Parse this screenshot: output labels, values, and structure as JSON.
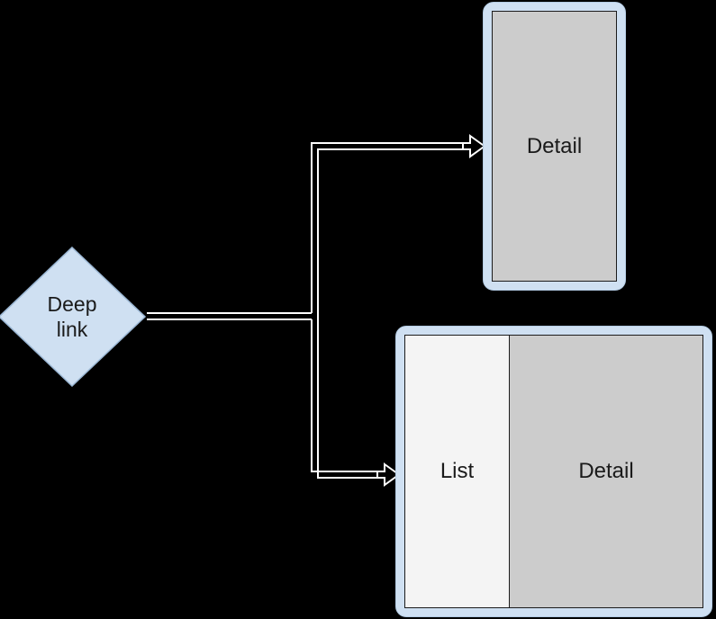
{
  "diagram": {
    "title": "Deep link navigation diagram",
    "background_color": "#000000",
    "accent_fill": "#cfe0f2",
    "accent_stroke": "#b4cce4",
    "screen_fill": "#cccccc",
    "list_fill": "#f4f4f4",
    "connector_color": "#ffffff",
    "text_color": "#1a1a1a"
  },
  "source": {
    "shape": "diamond",
    "label": "Deep\nlink",
    "label_line1": "Deep",
    "label_line2": "link"
  },
  "targets": [
    {
      "id": "phone",
      "shape": "phone-frame",
      "orientation": "portrait",
      "panes": [
        {
          "id": "detail",
          "label": "Detail",
          "fill": "#cccccc"
        }
      ]
    },
    {
      "id": "tablet",
      "shape": "tablet-frame",
      "orientation": "landscape",
      "panes": [
        {
          "id": "list",
          "label": "List",
          "fill": "#f4f4f4"
        },
        {
          "id": "detail",
          "label": "Detail",
          "fill": "#cccccc"
        }
      ]
    }
  ],
  "connectors": [
    {
      "id": "deeplink-to-phone",
      "from": "source",
      "to": "phone",
      "style": "orthogonal",
      "arrowhead": "open-triangle"
    },
    {
      "id": "deeplink-to-tablet",
      "from": "source",
      "to": "tablet",
      "style": "orthogonal",
      "arrowhead": "open-triangle"
    }
  ]
}
